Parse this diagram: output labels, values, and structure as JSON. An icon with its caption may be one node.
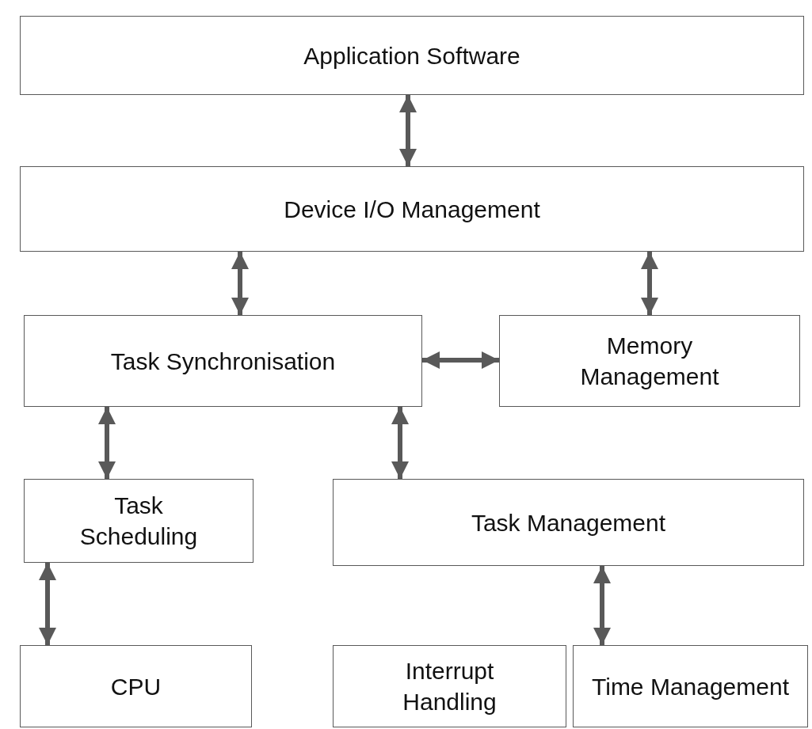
{
  "diagram": {
    "nodes": [
      {
        "text": [
          "Application Software"
        ]
      },
      {
        "text": [
          "Device I/O Management"
        ]
      },
      {
        "text": [
          "Task Synchronisation"
        ]
      },
      {
        "text": [
          "Memory Management"
        ]
      },
      {
        "text": [
          "Task Scheduling"
        ]
      },
      {
        "text": [
          "Task Management"
        ]
      },
      {
        "text": [
          "CPU"
        ]
      },
      {
        "text": [
          "Interrupt Handling"
        ]
      },
      {
        "text": [
          "Time Management"
        ]
      }
    ],
    "edges": [
      {
        "from": 0,
        "to": 1,
        "arrow": "both"
      },
      {
        "from": 1,
        "to": 2,
        "arrow": "both"
      },
      {
        "from": 1,
        "to": 3,
        "arrow": "both"
      },
      {
        "from": 2,
        "to": 3,
        "arrow": "both"
      },
      {
        "from": 2,
        "to": 4,
        "arrow": "both"
      },
      {
        "from": 2,
        "to": 5,
        "arrow": "both"
      },
      {
        "from": 4,
        "to": 6,
        "arrow": "both"
      },
      {
        "from": 5,
        "to": 8,
        "arrow": "both"
      }
    ]
  }
}
